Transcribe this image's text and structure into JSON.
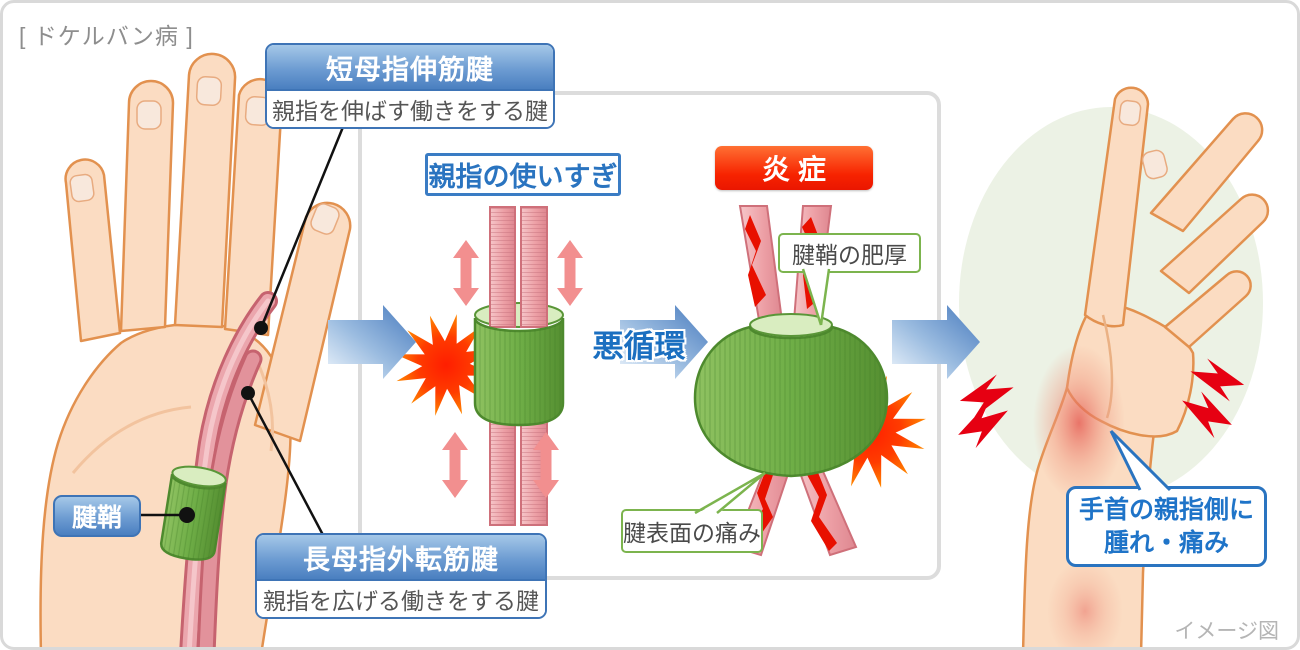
{
  "title": "[ ドケルバン病 ]",
  "image_note": "イメージ図",
  "anatomy": {
    "sheath_label": "腱鞘",
    "epb_title": "短母指伸筋腱",
    "epb_desc": "親指を伸ばす働きをする腱",
    "apl_title": "長母指外転筋腱",
    "apl_desc": "親指を広げる働きをする腱"
  },
  "flow": {
    "overuse": "親指の使いすぎ",
    "inflammation": "炎症",
    "vicious_cycle": "悪循環",
    "sheath_thickening": "腱鞘の肥厚",
    "tendon_surface_pain": "腱表面の痛み",
    "symptom_line1": "手首の親指側に",
    "symptom_line2": "腫れ・痛み"
  },
  "colors": {
    "accent_blue": "#2a74c0",
    "inflammation_red": "#f21800",
    "sheath_green": "#6aa83e",
    "tendon_pink": "#e8909a",
    "pain_red": "#e60012",
    "skin": "#fbdcc2"
  }
}
